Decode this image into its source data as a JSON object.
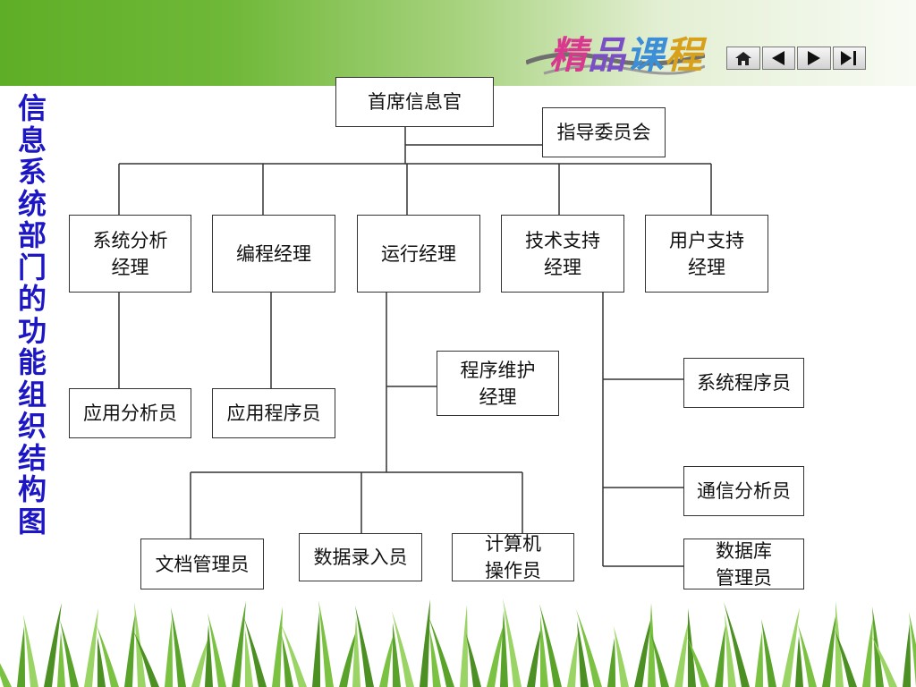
{
  "header": {
    "brand_chars": [
      "精",
      "品",
      "课",
      "程"
    ],
    "nav": [
      "home-icon",
      "prev-icon",
      "next-icon",
      "last-icon"
    ]
  },
  "side_title_chars": [
    "信",
    "息",
    "系",
    "统",
    "部",
    "门",
    "的",
    "功",
    "能",
    "组",
    "织",
    "结",
    "构",
    "图"
  ],
  "diagram": {
    "nodes": {
      "cio": "首席信息官",
      "steering": "指导委员会",
      "sys_analysis_mgr": "系统分析\n经理",
      "programming_mgr": "编程经理",
      "operations_mgr": "运行经理",
      "tech_support_mgr": "技术支持\n经理",
      "user_support_mgr": "用户支持\n经理",
      "app_analyst": "应用分析员",
      "app_programmer": "应用程序员",
      "maint_mgr": "程序维护\n经理",
      "sys_programmer": "系统程序员",
      "comm_analyst": "通信分析员",
      "dba": "数据库\n管理员",
      "doc_admin": "文档管理员",
      "data_entry": "数据录入员",
      "operator": "计算机\n操作员"
    }
  },
  "colors": {
    "side_title": "#1c16c4",
    "header_green": "#5fae27",
    "grass_green": "#7cc242"
  }
}
